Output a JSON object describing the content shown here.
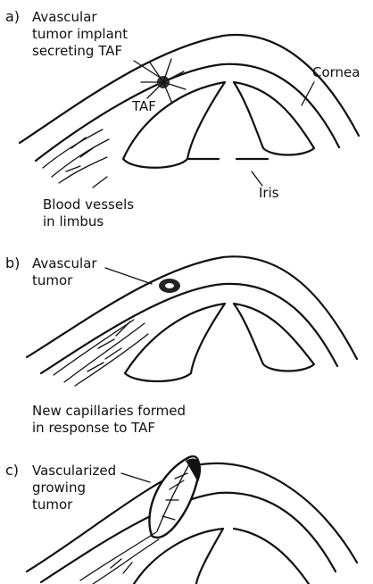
{
  "panels": [
    {
      "letter": "a)",
      "label_lines": [
        "Avascular",
        "tumor implant",
        "secreting TAF"
      ],
      "tag_taf": "TAF",
      "tag_cornea": "Cornea",
      "tag_iris": "Iris",
      "vessels_lines": [
        "Blood vessels",
        "in limbus"
      ]
    },
    {
      "letter": "b)",
      "label_lines": [
        "Avascular",
        "tumor"
      ],
      "note_lines": [
        "New capillaries formed",
        "in response to TAF"
      ]
    },
    {
      "letter": "c)",
      "label_lines": [
        "Vascularized",
        "growing",
        "tumor"
      ]
    }
  ]
}
